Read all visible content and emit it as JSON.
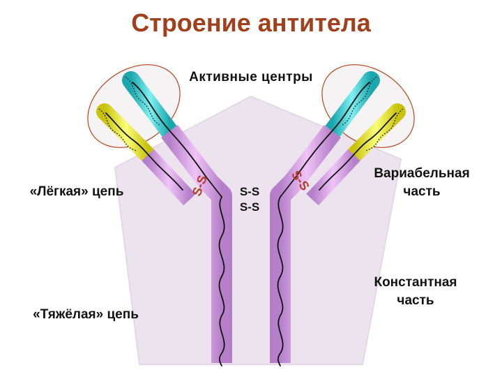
{
  "title": "Строение антитела",
  "labels": {
    "active_centers": "Активные центры",
    "light_chain": "«Лёгкая» цепь",
    "heavy_chain": "«Тяжёлая» цепь",
    "variable_line1": "Вариабельная",
    "variable_line2": "часть",
    "constant_line1": "Константная",
    "constant_line2": "часть"
  },
  "bonds": {
    "hinge_1": "S-S",
    "hinge_2": "S-S",
    "left_arm": "S-S",
    "right_arm": "S-S"
  },
  "colors": {
    "title": "#a0401c",
    "heavy_constant": "#d9a3e8",
    "heavy_variable": "#2fc4c8",
    "light_variable": "#e8e81e",
    "disulfide_bond": "#b83a2a",
    "background_shape": "#ece3ee"
  }
}
